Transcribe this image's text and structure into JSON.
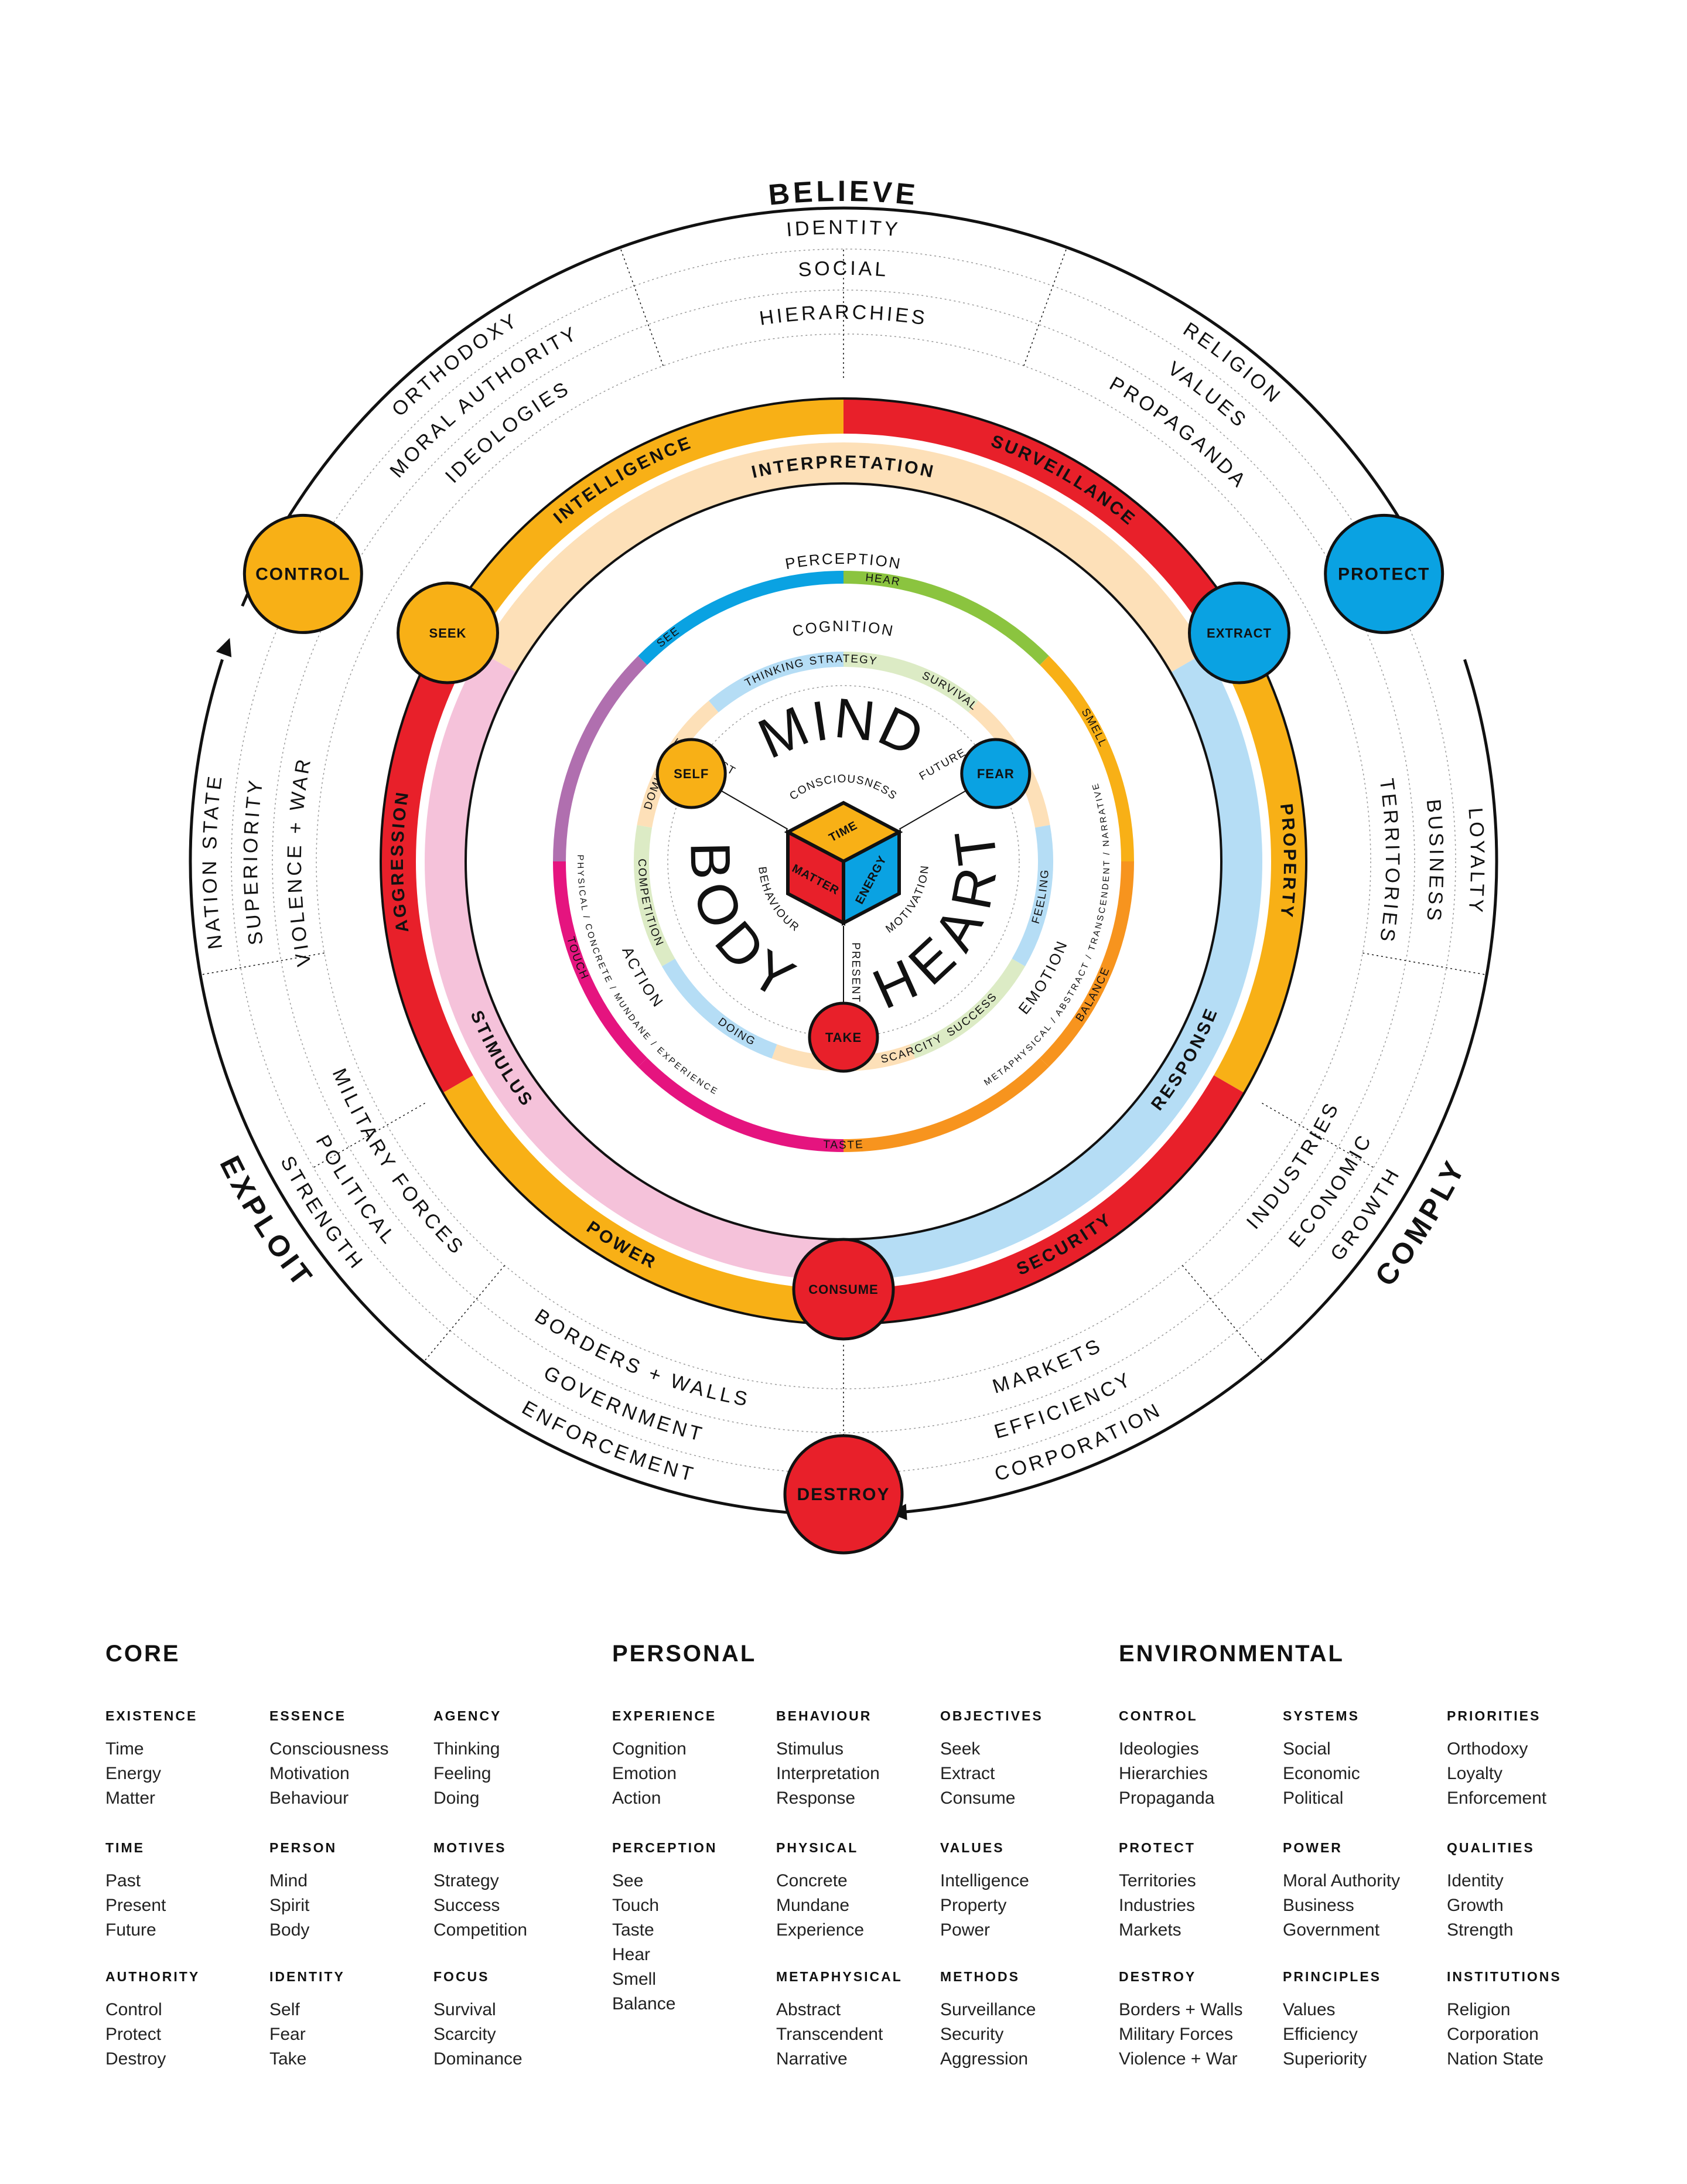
{
  "outer": {
    "title_top": "BELIEVE",
    "title_right": "COMPLY",
    "title_left": "EXPLOIT",
    "ring_a": {
      "top": "IDENTITY",
      "top_left": "ORTHODOXY",
      "top_right": "RELIGION",
      "left": "NATION STATE",
      "right": "LOYALTY",
      "bottom_left": "STRENGTH",
      "bottom_right": "GROWTH",
      "bottom": "ENFORCEMENT",
      "bottom_right2": "CORPORATION"
    },
    "ring_b": {
      "top": "SOCIAL",
      "top_left": "MORAL AUTHORITY",
      "top_right": "VALUES",
      "left": "SUPERIORITY",
      "right": "BUSINESS",
      "bottom_left": "POLITICAL",
      "bottom_right": "ECONOMIC",
      "bottom": "GOVERNMENT",
      "bottom_right2": "EFFICIENCY"
    },
    "ring_c": {
      "top": "HIERARCHIES",
      "top_left": "IDEOLOGIES",
      "top_right": "PROPAGANDA",
      "left": "VIOLENCE + WAR",
      "right": "TERRITORIES",
      "bottom_left": "MILITARY FORCES",
      "bottom_right": "INDUSTRIES",
      "bottom": "BORDERS + WALLS",
      "bottom_right2": "MARKETS"
    }
  },
  "nodes": {
    "control": "CONTROL",
    "protect": "PROTECT",
    "destroy": "DESTROY",
    "seek": "SEEK",
    "extract": "EXTRACT",
    "consume": "CONSUME",
    "self": "SELF",
    "fear": "FEAR",
    "take": "TAKE"
  },
  "colors": {
    "red": "#E8202A",
    "orange": "#F8B016",
    "blue": "#0AA2E2",
    "green": "#8BC43F",
    "purple": "#B06FAF",
    "magenta": "#E5147F",
    "light_blue": "#B5DDF5",
    "pink": "#F5C2DA",
    "peach": "#FDE0B8",
    "pale_green": "#DCEBC5",
    "deep_orange": "#F7941E"
  },
  "methods_ring": {
    "intelligence": "INTELLIGENCE",
    "surveillance": "SURVEILLANCE",
    "property": "PROPERTY",
    "security": "SECURITY",
    "power": "POWER",
    "aggression": "AGGRESSION"
  },
  "behaviour_ring": {
    "interpretation": "INTERPRETATION",
    "response": "RESPONSE",
    "stimulus": "STIMULUS"
  },
  "perception_ring": {
    "perception": "PERCEPTION",
    "hear": "HEAR",
    "smell": "SMELL",
    "balance": "BALANCE",
    "taste": "TASTE",
    "touch": "TOUCH",
    "see": "SEE",
    "metaphysical": "METAPHYSICAL / ABSTRACT / TRANSCENDENT / NARRATIVE",
    "physical": "PHYSICAL / CONCRETE / MUNDANE / EXPERIENCE"
  },
  "experience": {
    "cognition": "COGNITION",
    "emotion": "EMOTION",
    "action": "ACTION"
  },
  "motives_ring": {
    "thinking": "THINKING",
    "strategy": "STRATEGY",
    "survival": "SURVIVAL",
    "feeling": "FEELING",
    "success": "SUCCESS",
    "scarcity": "SCARCITY",
    "doing": "DOING",
    "competition": "COMPETITION",
    "dominance": "DOMINANCE"
  },
  "core": {
    "mind": "MIND",
    "heart": "HEART",
    "body": "BODY",
    "consciousness": "CONSCIOUSNESS",
    "motivation": "MOTIVATION",
    "behaviour": "BEHAVIOUR",
    "past": "PAST",
    "future": "FUTURE",
    "present": "PRESENT",
    "time": "TIME",
    "matter": "MATTER",
    "energy": "ENERGY"
  },
  "legend": {
    "core": {
      "heading": "CORE",
      "cats": [
        {
          "title": "EXISTENCE",
          "items": [
            "Time",
            "Energy",
            "Matter"
          ]
        },
        {
          "title": "ESSENCE",
          "items": [
            "Consciousness",
            "Motivation",
            "Behaviour"
          ]
        },
        {
          "title": "AGENCY",
          "items": [
            "Thinking",
            "Feeling",
            "Doing"
          ]
        },
        {
          "title": "TIME",
          "items": [
            "Past",
            "Present",
            "Future"
          ]
        },
        {
          "title": "PERSON",
          "items": [
            "Mind",
            "Spirit",
            "Body"
          ]
        },
        {
          "title": "MOTIVES",
          "items": [
            "Strategy",
            "Success",
            "Competition"
          ]
        },
        {
          "title": "AUTHORITY",
          "items": [
            "Control",
            "Protect",
            "Destroy"
          ]
        },
        {
          "title": "IDENTITY",
          "items": [
            "Self",
            "Fear",
            "Take"
          ]
        },
        {
          "title": "FOCUS",
          "items": [
            "Survival",
            "Scarcity",
            "Dominance"
          ]
        }
      ]
    },
    "personal": {
      "heading": "PERSONAL",
      "cats": [
        {
          "title": "EXPERIENCE",
          "items": [
            "Cognition",
            "Emotion",
            "Action"
          ]
        },
        {
          "title": "BEHAVIOUR",
          "items": [
            "Stimulus",
            "Interpretation",
            "Response"
          ]
        },
        {
          "title": "OBJECTIVES",
          "items": [
            "Seek",
            "Extract",
            "Consume"
          ]
        },
        {
          "title": "PERCEPTION",
          "items": [
            "See",
            "Touch",
            "Taste",
            "Hear",
            "Smell",
            "Balance"
          ]
        },
        {
          "title": "PHYSICAL",
          "items": [
            "Concrete",
            "Mundane",
            "Experience"
          ]
        },
        {
          "title": "VALUES",
          "items": [
            "Intelligence",
            "Property",
            "Power"
          ]
        },
        {
          "title": "METAPHYSICAL",
          "items": [
            "Abstract",
            "Transcendent",
            "Narrative"
          ]
        },
        {
          "title": "METHODS",
          "items": [
            "Surveillance",
            "Security",
            "Aggression"
          ]
        }
      ]
    },
    "environmental": {
      "heading": "ENVIRONMENTAL",
      "cats": [
        {
          "title": "CONTROL",
          "items": [
            "Ideologies",
            "Hierarchies",
            "Propaganda"
          ]
        },
        {
          "title": "SYSTEMS",
          "items": [
            "Social",
            "Economic",
            "Political"
          ]
        },
        {
          "title": "PRIORITIES",
          "items": [
            "Orthodoxy",
            "Loyalty",
            "Enforcement"
          ]
        },
        {
          "title": "PROTECT",
          "items": [
            "Territories",
            "Industries",
            "Markets"
          ]
        },
        {
          "title": "POWER",
          "items": [
            "Moral Authority",
            "Business",
            "Government"
          ]
        },
        {
          "title": "QUALITIES",
          "items": [
            "Identity",
            "Growth",
            "Strength"
          ]
        },
        {
          "title": "DESTROY",
          "items": [
            "Borders + Walls",
            "Military Forces",
            "Violence + War"
          ]
        },
        {
          "title": "PRINCIPLES",
          "items": [
            "Values",
            "Efficiency",
            "Superiority"
          ]
        },
        {
          "title": "INSTITUTIONS",
          "items": [
            "Religion",
            "Corporation",
            "Nation State"
          ]
        }
      ]
    }
  }
}
